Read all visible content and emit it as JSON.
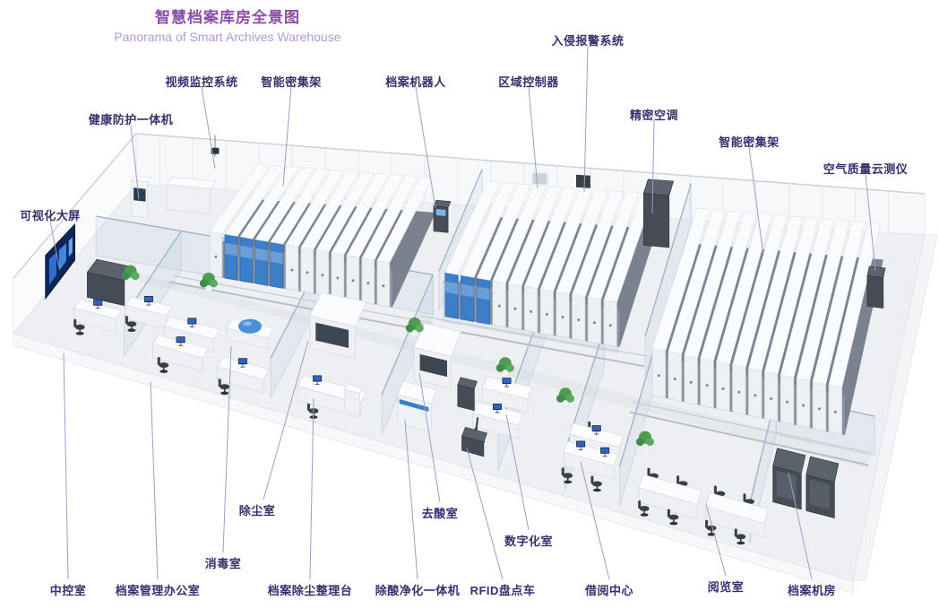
{
  "header": {
    "title": "智慧档案库房全景图",
    "subtitle": "Panorama of Smart Archives Warehouse"
  },
  "labels": {
    "video_surveillance": "视频监控系统",
    "smart_shelving_left": "智能密集架",
    "archive_robot": "档案机器人",
    "zone_controller": "区域控制器",
    "intrusion_alarm": "入侵报警系统",
    "precision_ac": "精密空调",
    "smart_shelving_right": "智能密集架",
    "air_quality_monitor": "空气质量云测仪",
    "health_protection": "健康防护一体机",
    "visualization_screen": "可视化大屏",
    "central_control_room": "中控室",
    "archive_office": "档案管理办公室",
    "disinfection_room": "消毒室",
    "dust_removal_room": "除尘室",
    "dust_sorting_table": "档案除尘整理台",
    "deacidification_room": "去酸室",
    "acid_purifier": "除酸净化一体机",
    "digitization_room": "数字化室",
    "rfid_cart": "RFID盘点车",
    "borrowing_center": "借阅中心",
    "reading_room": "阅览室",
    "archive_machine_room": "档案机房"
  },
  "colors": {
    "title_purple": "#8a4fa8",
    "subtitle_purple": "#b49ad2",
    "label_indigo": "#3a2e6e",
    "leader_line": "#a39ac8",
    "shelving_blue": "#3d7ec9",
    "glass_blue": "#9db0c2",
    "plant_green": "#4e9b52",
    "floor_gray": "#edeff2",
    "dark_equipment": "#454c55"
  }
}
